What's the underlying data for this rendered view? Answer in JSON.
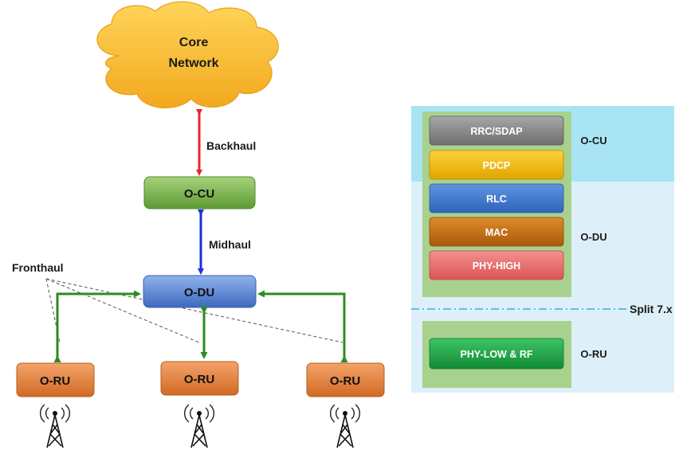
{
  "core_network": {
    "line1": "Core",
    "line2": "Network"
  },
  "links": {
    "backhaul": "Backhaul",
    "midhaul": "Midhaul",
    "fronthaul": "Fronthaul"
  },
  "nodes": {
    "ocu": "O-CU",
    "odu": "O-DU",
    "oru": [
      "O-RU",
      "O-RU",
      "O-RU"
    ]
  },
  "stack": {
    "layers": [
      "RRC/SDAP",
      "PDCP",
      "RLC",
      "MAC",
      "PHY-HIGH",
      "PHY-LOW & RF"
    ],
    "groups": {
      "ocu": "O-CU",
      "odu": "O-DU",
      "oru": "O-RU"
    },
    "split": "Split 7.x"
  },
  "colors": {
    "cloud": "#F7B731",
    "backhaul_arrow": "#E8262A",
    "midhaul_arrow": "#1C2FD6",
    "fronthaul_arrow": "#2E8B22",
    "ocu_box": "#7FB94F",
    "odu_box": "#4F7FD1",
    "oru_box": "#E07A36",
    "rrc": "#8A8A8A",
    "pdcp": "#F2B600",
    "rlc": "#3F7BD0",
    "mac": "#C77012",
    "phy_high": "#E86A6A",
    "phy_low": "#1FA845",
    "stack_ocu_band": "#A8E4F4",
    "stack_panel": "#DDEFF8",
    "stack_green": "#A9D18E",
    "split_line": "#29B6D6"
  }
}
